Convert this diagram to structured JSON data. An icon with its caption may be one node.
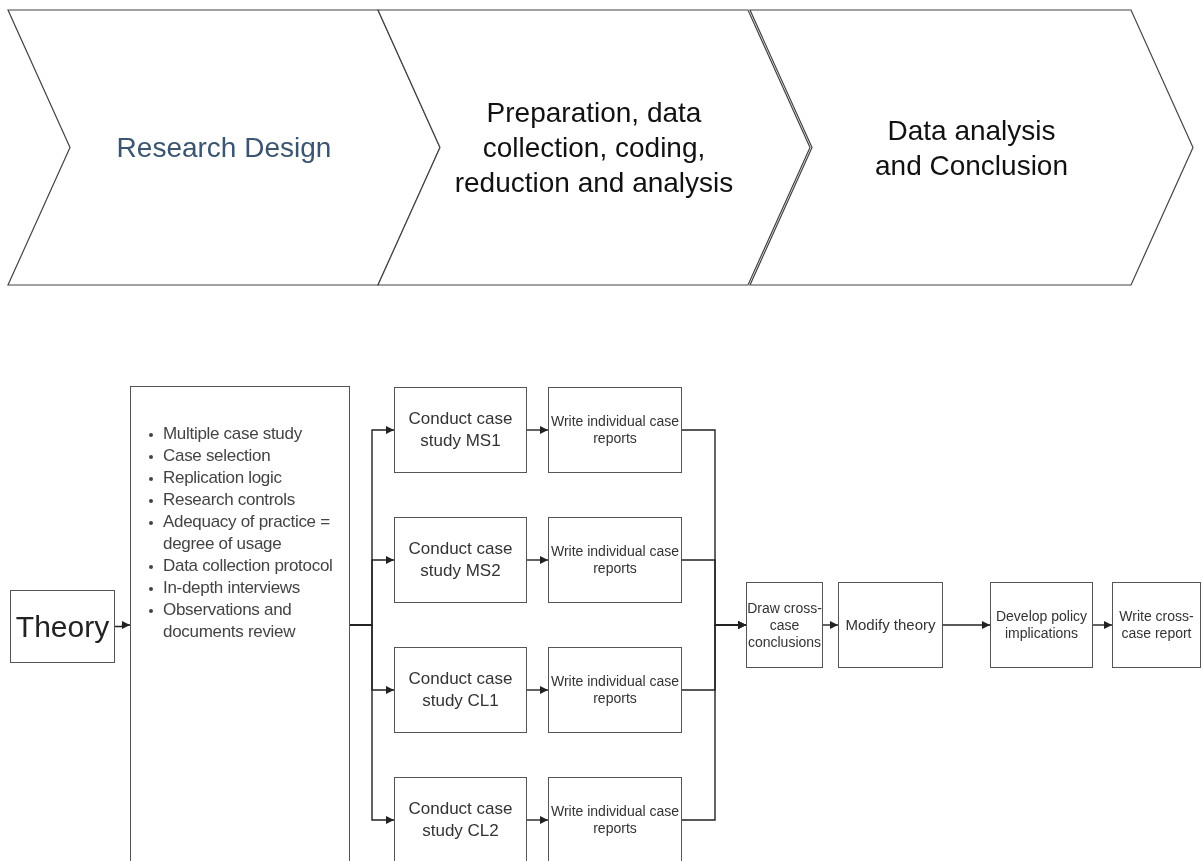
{
  "diagram": {
    "nodes": [
      {
        "text": [
          "Research Design"
        ]
      },
      {
        "text": [
          "Preparation, data collection, coding, reduction and analysis"
        ]
      },
      {
        "text": [
          "Data analysis and Conclusion"
        ]
      },
      {
        "text": [
          "Theory"
        ]
      },
      {
        "text": [
          "Multiple case study",
          "Case selection",
          "Replication logic",
          "Research controls",
          "Adequacy of practice = degree of usage",
          "Data collection protocol",
          "In-depth interviews",
          "Observations and documents review"
        ]
      },
      {
        "text": [
          "Conduct case study MS1"
        ]
      },
      {
        "text": [
          "Write individual case reports"
        ]
      },
      {
        "text": [
          "Conduct case study MS2"
        ]
      },
      {
        "text": [
          "Write individual case reports"
        ]
      },
      {
        "text": [
          "Conduct case study CL1"
        ]
      },
      {
        "text": [
          "Write individual case reports"
        ]
      },
      {
        "text": [
          "Conduct case study CL2"
        ]
      },
      {
        "text": [
          "Write individual case reports"
        ]
      },
      {
        "text": [
          "Draw cross-case conclusions"
        ]
      },
      {
        "text": [
          "Modify theory"
        ]
      },
      {
        "text": [
          "Develop policy implications"
        ]
      },
      {
        "text": [
          "Write cross-case report"
        ]
      }
    ],
    "edges": [
      {
        "from": 3,
        "to": 4,
        "arrow": "to"
      },
      {
        "from": 4,
        "to": 5,
        "arrow": "to"
      },
      {
        "from": 4,
        "to": 7,
        "arrow": "to"
      },
      {
        "from": 4,
        "to": 9,
        "arrow": "to"
      },
      {
        "from": 4,
        "to": 11,
        "arrow": "to"
      },
      {
        "from": 5,
        "to": 6,
        "arrow": "to"
      },
      {
        "from": 7,
        "to": 8,
        "arrow": "to"
      },
      {
        "from": 9,
        "to": 10,
        "arrow": "to"
      },
      {
        "from": 11,
        "to": 12,
        "arrow": "to"
      },
      {
        "from": 6,
        "to": 13,
        "arrow": "to"
      },
      {
        "from": 8,
        "to": 13,
        "arrow": "to"
      },
      {
        "from": 10,
        "to": 13,
        "arrow": "to"
      },
      {
        "from": 12,
        "to": 13,
        "arrow": "to"
      },
      {
        "from": 13,
        "to": 14,
        "arrow": "to"
      },
      {
        "from": 14,
        "to": 15,
        "arrow": "to"
      },
      {
        "from": 15,
        "to": 16,
        "arrow": "to"
      }
    ]
  }
}
